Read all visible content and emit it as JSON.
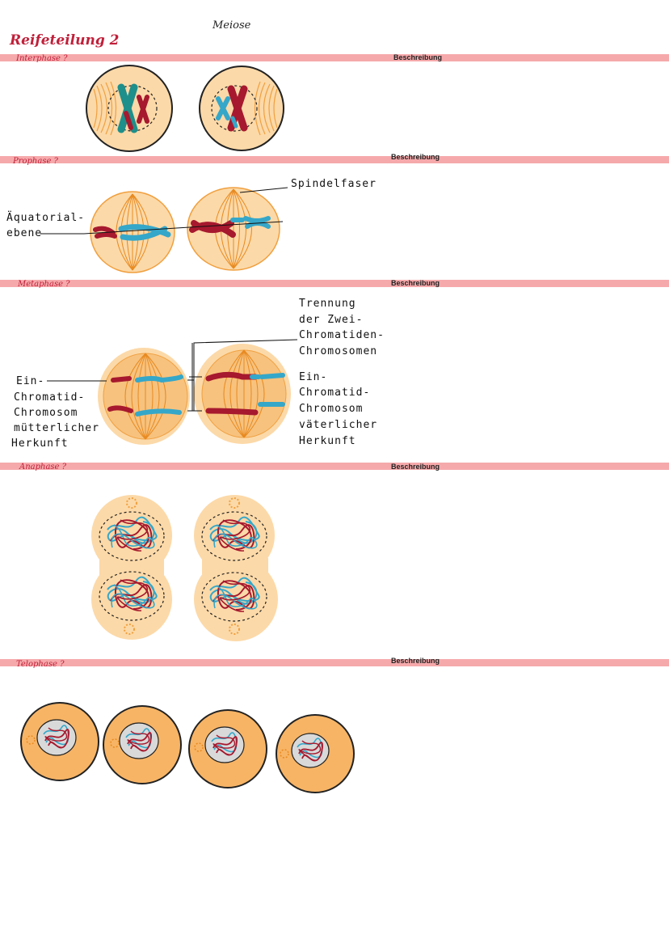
{
  "title": "Meiose",
  "section": "Reifeteilung 2",
  "phases": [
    {
      "name": "Interphase ?",
      "description": "Beschreibung"
    },
    {
      "name": "Prophase ?",
      "description": "Beschreibung"
    },
    {
      "name": "Metaphase ?",
      "description": "Beschreibung"
    },
    {
      "name": "Anaphase ?",
      "description": "Beschreibung"
    },
    {
      "name": "Telophase ?",
      "description": "Beschreibung"
    }
  ],
  "labels": {
    "spindle": "Spindelfaser",
    "equatorial_1": "Äquatorial-",
    "equatorial_2": "ebene",
    "separation": [
      "Trennung",
      "der Zwei-",
      "Chromatiden-",
      "Chromosomen"
    ],
    "maternal": [
      "Ein-",
      "Chromatid-",
      "Chromosom",
      "mütterlicher",
      "Herkunft"
    ],
    "paternal": [
      "Ein-",
      "Chromatid-",
      "Chromosom",
      "väterlicher",
      "Herkunft"
    ]
  },
  "colors": {
    "band": "#f6a9ab",
    "cell_fill": "#fcd9a8",
    "cell_core": "#f7b465",
    "spindle": "#f0a040",
    "maternal_chromosome": "#a6192e",
    "paternal_chromosome": "#35a7c9",
    "teal_chromosome": "#1e8f8a"
  }
}
